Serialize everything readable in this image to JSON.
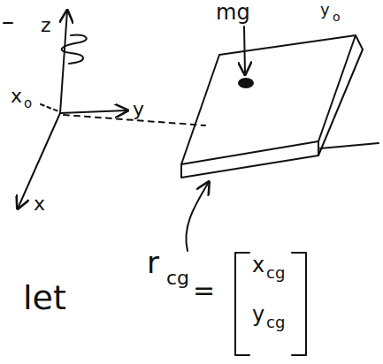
{
  "diagram": {
    "labels": [
      "z",
      "x",
      "o",
      "y",
      "x",
      "mg",
      "y",
      "o",
      "let",
      "r",
      "cg",
      "=",
      "x",
      "cg",
      "y",
      "cg"
    ]
  }
}
